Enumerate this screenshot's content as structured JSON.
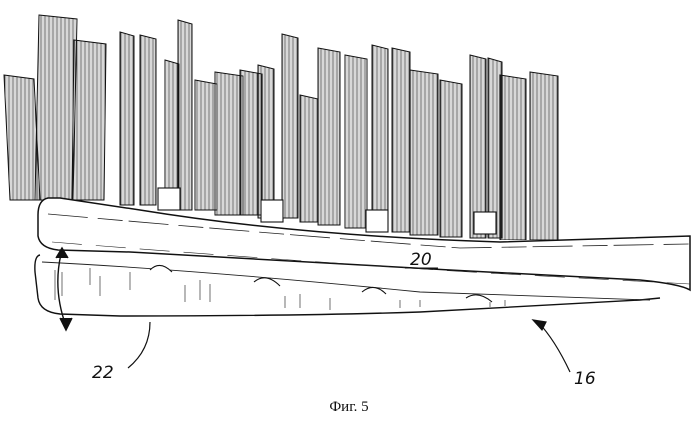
{
  "figure": {
    "caption": "Фиг. 5",
    "labels": {
      "head_body": "20",
      "pivot_arc": "22",
      "base_part": "16"
    }
  },
  "colors": {
    "ink": "#111111",
    "paper": "#ffffff"
  }
}
